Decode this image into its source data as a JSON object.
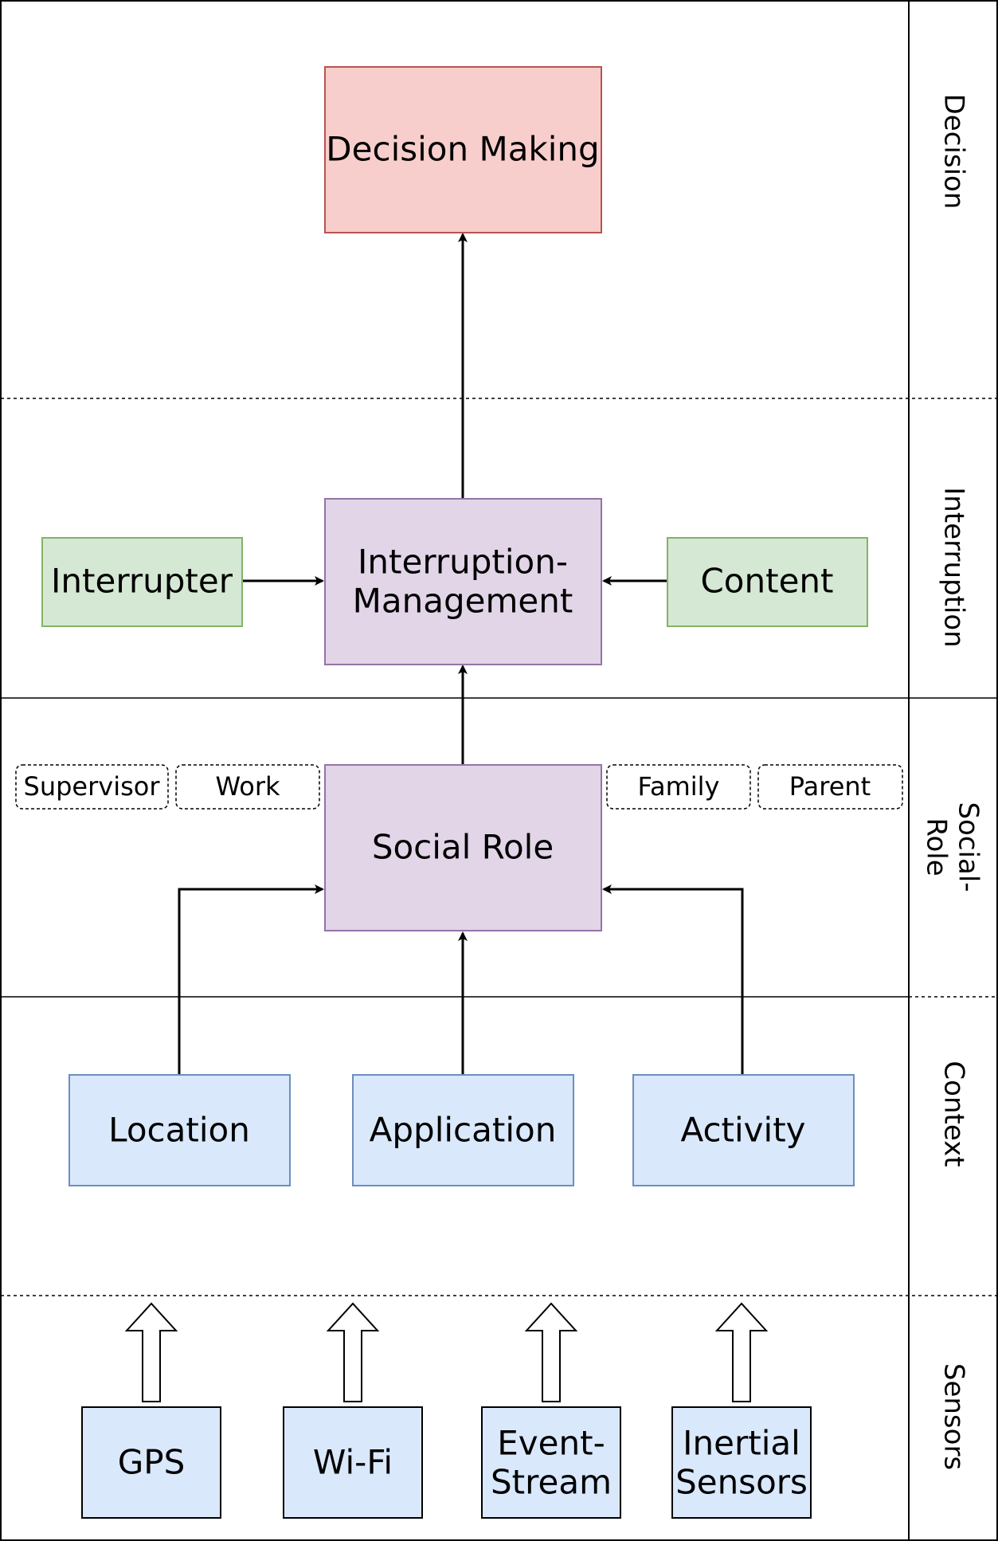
{
  "lanes": {
    "decision": "Decision",
    "interruption": "Interruption",
    "social_role_1": "Social-",
    "social_role_2": "Role",
    "context": "Context",
    "sensors": "Sensors"
  },
  "nodes": {
    "decision_making": "Decision Making",
    "interrupter": "Interrupter",
    "interruption_mgmt_1": "Interruption-",
    "interruption_mgmt_2": "Management",
    "content": "Content",
    "social_role": "Social Role",
    "location": "Location",
    "application": "Application",
    "activity": "Activity",
    "gps": "GPS",
    "wifi": "Wi-Fi",
    "event_stream_1": "Event-",
    "event_stream_2": "Stream",
    "inertial_1": "Inertial",
    "inertial_2": "Sensors"
  },
  "roles": {
    "supervisor": "Supervisor",
    "work": "Work",
    "family": "Family",
    "parent": "Parent"
  },
  "colors": {
    "decision_fill": "#f8cecc",
    "decision_stroke": "#b85450",
    "green_fill": "#d5e8d4",
    "green_stroke": "#82b366",
    "purple_fill": "#e1d5e7",
    "purple_stroke": "#9673a6",
    "blue_fill": "#dae8fc",
    "blue_stroke": "#6c8ebf"
  }
}
